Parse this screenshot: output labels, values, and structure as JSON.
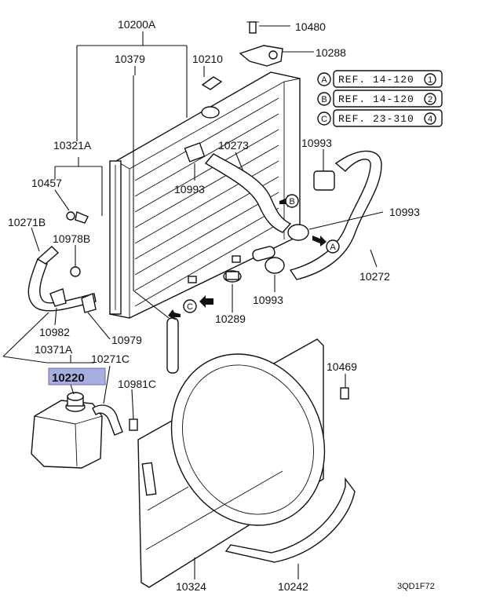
{
  "labels": {
    "l10200A": "10200A",
    "l10480": "10480",
    "l10288": "10288",
    "l10379": "10379",
    "l10210": "10210",
    "l10321A": "10321A",
    "l10273": "10273",
    "l10993a": "10993",
    "l10993b": "10993",
    "l10993c": "10993",
    "l10993d": "10993",
    "l10457": "10457",
    "l10271B": "10271B",
    "l10978B": "10978B",
    "l10272": "10272",
    "l10289": "10289",
    "l10982": "10982",
    "l10979": "10979",
    "l10371A": "10371A",
    "l10271C": "10271C",
    "l10220": "10220",
    "l10981C": "10981C",
    "l10469": "10469",
    "l10324": "10324",
    "l10242": "10242"
  },
  "references": [
    {
      "letter": "A",
      "text": "REF. 14-120",
      "num": "1"
    },
    {
      "letter": "B",
      "text": "REF. 14-120",
      "num": "2"
    },
    {
      "letter": "C",
      "text": "REF. 23-310",
      "num": "4"
    }
  ],
  "markers": {
    "a": "A",
    "b": "B",
    "c": "C"
  },
  "diagram_code": "3QD1F72",
  "highlight_color": "#a9aee0"
}
